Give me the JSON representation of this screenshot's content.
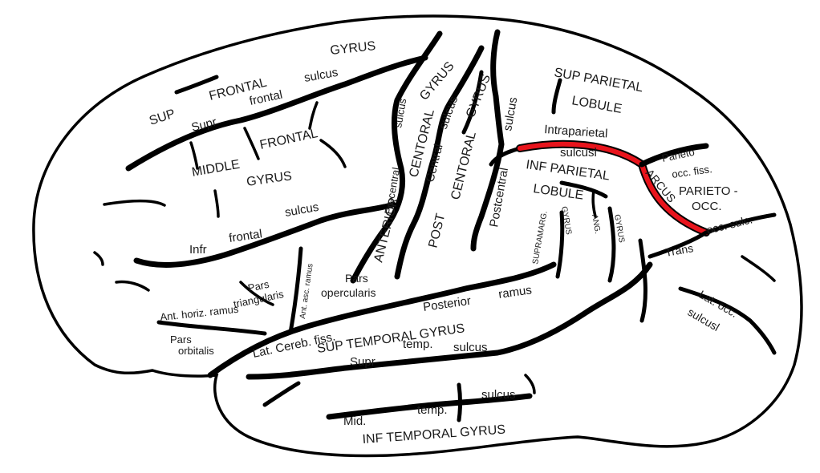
{
  "colors": {
    "outline": "#000000",
    "fill": "#ffffff",
    "highlight": "#e8141c"
  },
  "labels": {
    "gyrus_top": "GYRUS",
    "sup": "SUP",
    "frontal_top": "FRONTAL",
    "sulcus_sf": "sulcus",
    "supr": "Supr",
    "frontal_sf": "frontal",
    "middle": "MIDDLE",
    "frontal_mid": "FRONTAL",
    "gyrus_mid": "GYRUS",
    "infr": "Infr",
    "frontal_inf": "frontal",
    "sulcus_inf": "sulcus",
    "precentral": "Precentral",
    "sulcus_pre": "sulcus",
    "anterior": "ANTERIOR",
    "centoral_a": "CENTORAL",
    "gyrus_a": "GYRUS",
    "central": "Central",
    "sulcus_central": "sulcus",
    "post": "POST",
    "centoral_p": "CENTORAL",
    "gyrus_p": "GYRUS",
    "postcentral": "Postcentral",
    "sulcus_post": "sulcus",
    "sup_parietal": "SUP PARIETAL",
    "lobule_sup": "LOBULE",
    "intraparietal": "Intraparietal",
    "sulcusl_ip": "sulcusl",
    "inf_parietal": "INF PARIETAL",
    "lobule_inf": "LOBULE",
    "arcus": "ARCUS",
    "parieto": "Parieto",
    "occ_fiss": "occ. fiss.",
    "parieto_occ": "PARIETO -",
    "occ": "OCC.",
    "occ_sulc": "occ. sulc.",
    "trans": "Trans",
    "supramarg": "SUPRAMARG.",
    "gyrus_sm": "GYRUS",
    "ang": "ANG.",
    "gyrus_ang": "GYRUS",
    "pars_opercularis_1": "Pars",
    "pars_opercularis_2": "opercularis",
    "pars_triangularis_1": "Pars",
    "pars_triangularis_2": "triangularis",
    "ant_asc_ramus": "Ant. asc. ramus",
    "ant_horiz_ramus": "Ant. horiz. ramus",
    "pars_orbitalis_1": "Pars",
    "pars_orbitalis_2": "orbitalis",
    "lat_cereb_fiss": "Lat. Cereb. fiss.",
    "posterior": "Posterior",
    "ramus": "ramus",
    "sup_temporal_gyrus": "SUP TEMPORAL GYRUS",
    "supr_temp": "Supr",
    "temp": "temp.",
    "sulcus_st": "sulcus",
    "lat_occ": "Lat. occ.",
    "sulcusl_lo": "sulcusl",
    "mid": "Mid.",
    "temp_mid": "temp.",
    "sulcus_mt": "sulcus",
    "inf_temporal_gyrus": "INF TEMPORAL GYRUS"
  }
}
